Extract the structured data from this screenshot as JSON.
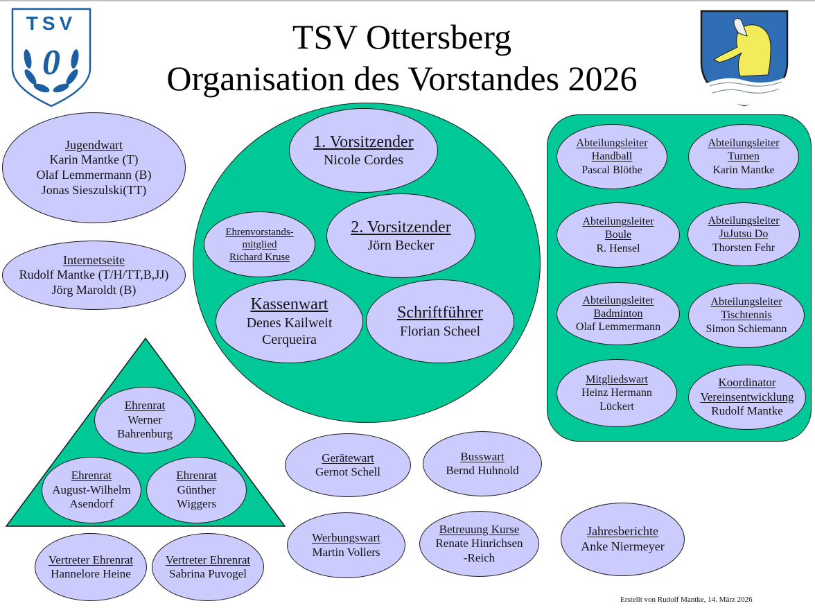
{
  "header": {
    "title_line1": "TSV Ottersberg",
    "title_line2": "Organisation des Vorstandes 2026",
    "left_logo": {
      "icon": "tsv-shield-logo-icon",
      "text": "TSV",
      "initial": "O",
      "color": "#1d5fa3"
    },
    "right_logo": {
      "icon": "ottersberg-coat-of-arms-icon",
      "colors": {
        "field": "#2f6db5",
        "otter": "#f2ec5a",
        "water": "#ffffff"
      }
    }
  },
  "colors": {
    "group_fill": "#00c896",
    "ellipse_fill": "#cccbfd",
    "outline": "#1a1a1a"
  },
  "left_column": {
    "jugendwart": {
      "role": "Jugendwart",
      "names": [
        "Karin Mantke (T)",
        "Olaf Lemmermann (B)",
        "Jonas Sieszulski(TT)"
      ]
    },
    "internetseite": {
      "role": "Internetseite",
      "names": [
        "Rudolf Mantke (T/H/TT,B,JJ)",
        "Jörg Maroldt (B)"
      ]
    }
  },
  "vorstand_circle": {
    "vorsitzender1": {
      "role": "1. Vorsitzender",
      "name": "Nicole Cordes"
    },
    "vorsitzender2": {
      "role": "2. Vorsitzender",
      "name": "Jörn Becker"
    },
    "ehrenvorstand": {
      "role_line1": "Ehrenvorstands-",
      "role_line2": "mitglied",
      "name": "Richard Kruse"
    },
    "kassenwart": {
      "role": "Kassenwart",
      "name_line1": "Denes Kailweit",
      "name_line2": "Cerqueira"
    },
    "schriftfuehrer": {
      "role": "Schriftführer",
      "name": "Florian Scheel"
    }
  },
  "abteilungen": [
    {
      "role": "Abteilungsleiter",
      "dept": "Handball",
      "name": "Pascal Blöthe"
    },
    {
      "role": "Abteilungsleiter",
      "dept": "Turnen",
      "name": "Karin Mantke"
    },
    {
      "role": "Abteilungsleiter",
      "dept": "Boule",
      "name": "R. Hensel"
    },
    {
      "role": "Abteilungsleiter",
      "dept": "JuJutsu Do",
      "name": "Thorsten Fehr"
    },
    {
      "role": "Abteilungsleiter",
      "dept": "Badminton",
      "name": "Olaf Lemmermann"
    },
    {
      "role": "Abteilungsleiter",
      "dept": "Tischtennis",
      "name": "Simon Schiemann"
    }
  ],
  "mitgliedswart": {
    "role": "Mitgliedswart",
    "name_line1": "Heinz Hermann",
    "name_line2": "Lückert"
  },
  "koordinator": {
    "role_line1": "Koordinator",
    "role_line2": "Vereinsentwicklung",
    "name": "Rudolf Mantke"
  },
  "ehrenrat": [
    {
      "role": "Ehrenrat",
      "name_line1": "Werner",
      "name_line2": "Bahrenburg"
    },
    {
      "role": "Ehrenrat",
      "name_line1": "August-Wilhelm",
      "name_line2": "Asendorf"
    },
    {
      "role": "Ehrenrat",
      "name_line1": "Günther",
      "name_line2": "Wiggers"
    }
  ],
  "vertreter_ehrenrat": [
    {
      "role": "Vertreter Ehrenrat",
      "name": "Hannelore Heine"
    },
    {
      "role": "Vertreter Ehrenrat",
      "name": "Sabrina Puvogel"
    }
  ],
  "others": {
    "geraetewart": {
      "role": "Gerätewart",
      "name": "Gernot Schell"
    },
    "busswart": {
      "role": "Busswart",
      "name": "Bernd Huhnold"
    },
    "werbungswart": {
      "role": "Werbungswart",
      "name": "Martin Vollers"
    },
    "betreuung_kurse": {
      "role": "Betreuung Kurse",
      "name_line1": "Renate Hinrichsen",
      "name_line2": "-Reich"
    },
    "jahresberichte": {
      "role": "Jahresberichte",
      "name": "Anke Niermeyer"
    }
  },
  "footer": {
    "credit": "Erstellt von Rudolf Mantke, 14. März 2026"
  }
}
